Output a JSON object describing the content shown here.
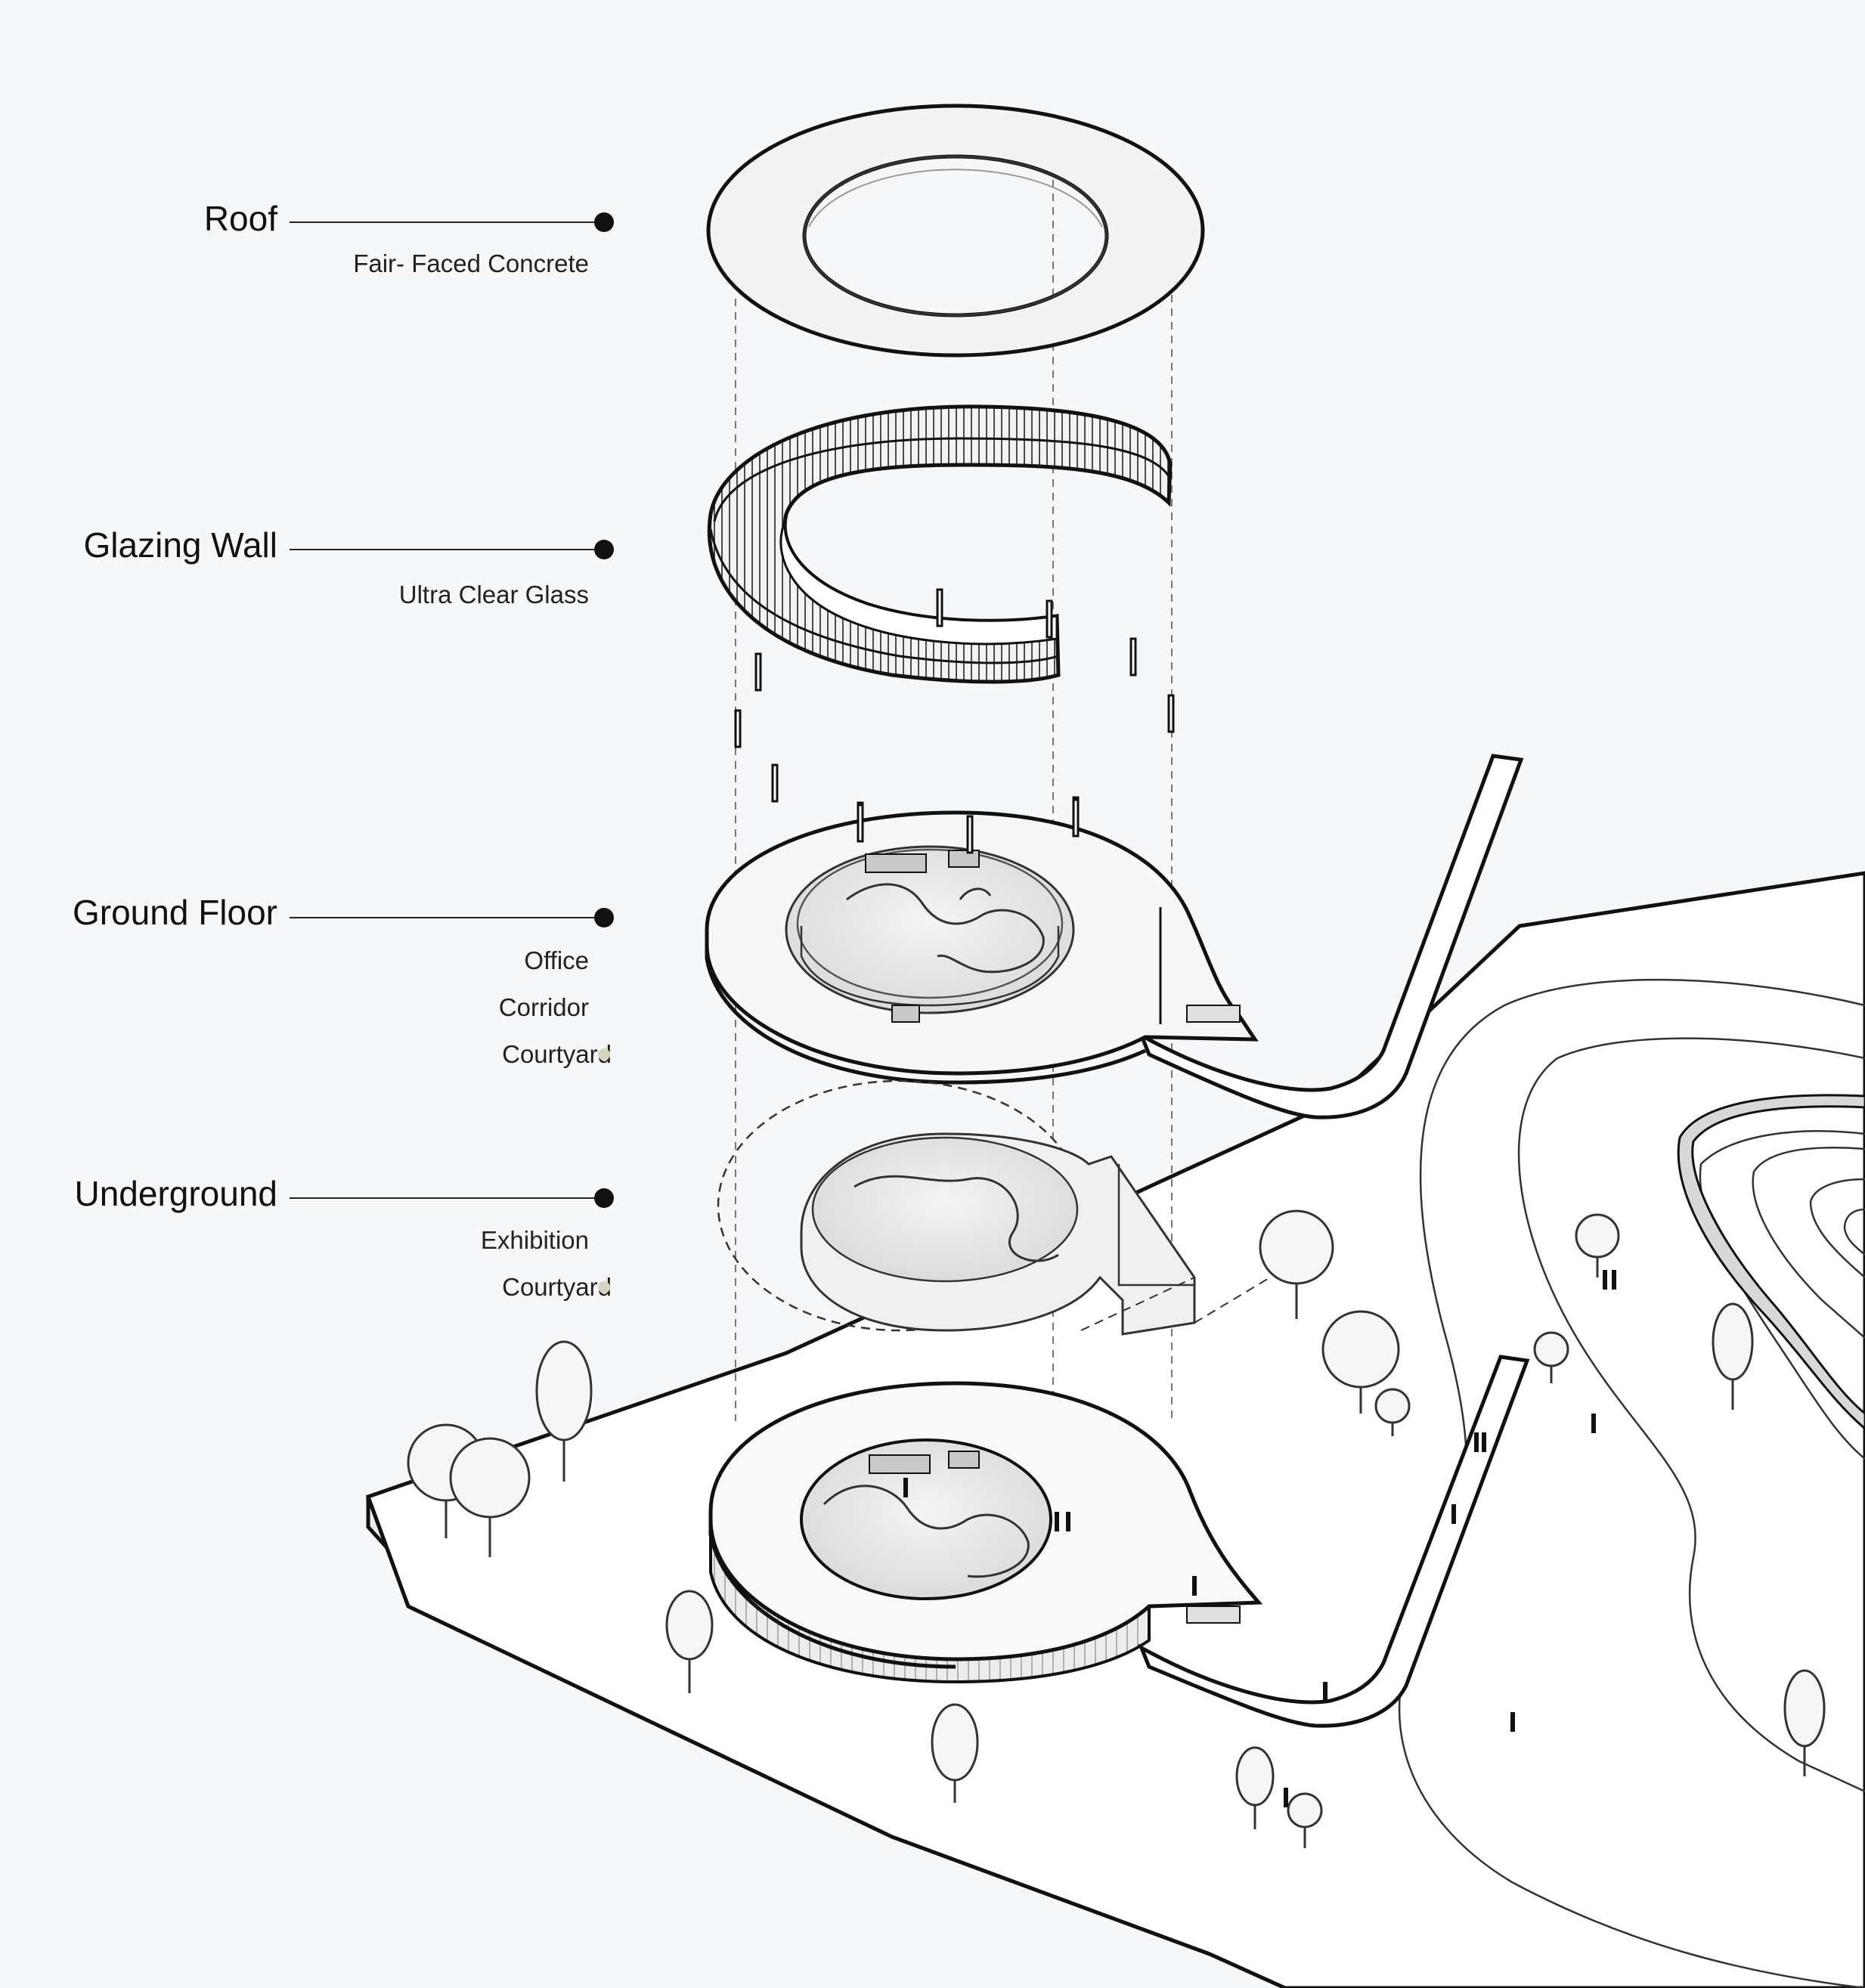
{
  "colors": {
    "background": "#f6f7f9",
    "ink": "#111111",
    "courtyard_dot": "#d8d3bf"
  },
  "layers": [
    {
      "key": "roof",
      "title": "Roof",
      "items": [
        {
          "text": "Fair- Faced Concrete",
          "marker": false
        }
      ]
    },
    {
      "key": "glazing",
      "title": "Glazing Wall",
      "items": [
        {
          "text": "Ultra Clear Glass",
          "marker": false
        }
      ]
    },
    {
      "key": "ground",
      "title": "Ground Floor",
      "items": [
        {
          "text": "Office",
          "marker": false
        },
        {
          "text": "Corridor",
          "marker": false
        },
        {
          "text": "Courtyard",
          "marker": true
        }
      ]
    },
    {
      "key": "underground",
      "title": "Underground",
      "items": [
        {
          "text": "Exhibition",
          "marker": false
        },
        {
          "text": "Courtyard",
          "marker": true
        }
      ]
    }
  ],
  "icons": {
    "leader_end": "filled-circle",
    "legend_marker": "circle"
  }
}
